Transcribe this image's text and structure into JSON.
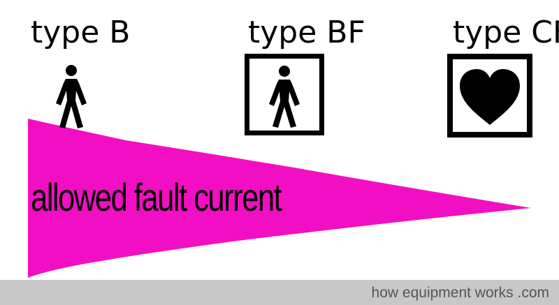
{
  "labels": {
    "type_b": "type B",
    "type_bf": "type BF",
    "type_cf": "type CF"
  },
  "icons": {
    "type_b": "person-icon",
    "type_bf": "person-in-square-icon",
    "type_cf": "heart-in-square-icon"
  },
  "wedge": {
    "label": "allowed fault current",
    "color": "#f20ec3"
  },
  "footer": {
    "text": "how equipment works .com",
    "background": "#c8c8c8"
  }
}
